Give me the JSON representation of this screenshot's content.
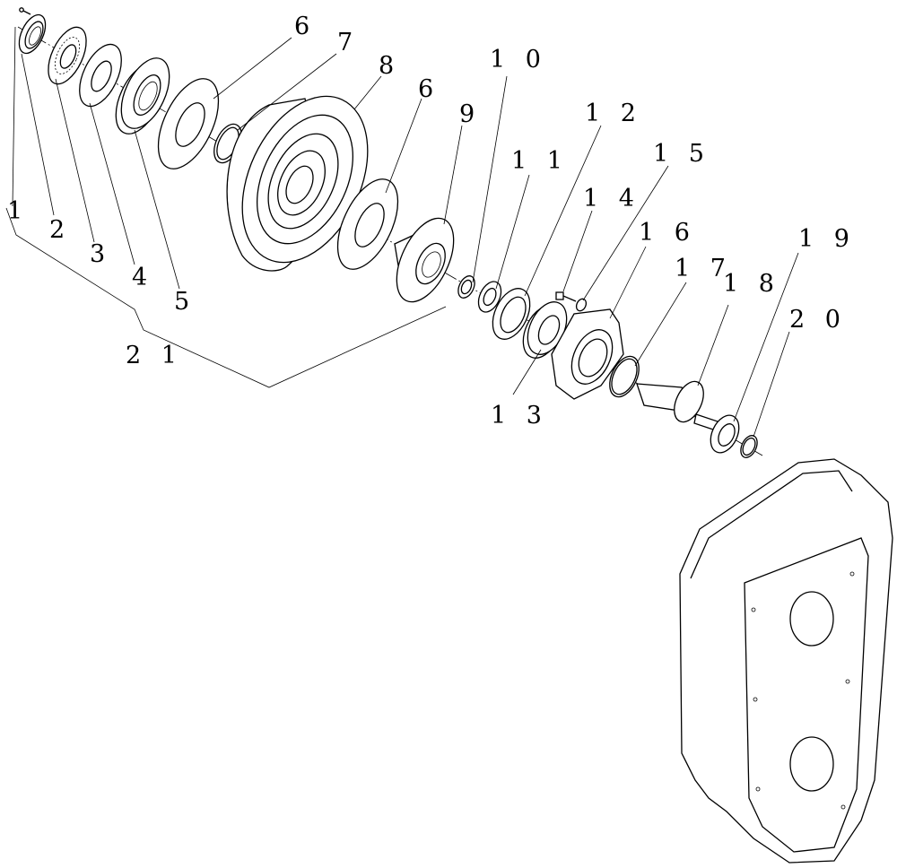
{
  "diagram": {
    "type": "exploded-parts-view",
    "callouts": [
      {
        "id": "1",
        "text": "1"
      },
      {
        "id": "2",
        "text": "2"
      },
      {
        "id": "3",
        "text": "3"
      },
      {
        "id": "4",
        "text": "4"
      },
      {
        "id": "5",
        "text": "5"
      },
      {
        "id": "6a",
        "text": "6"
      },
      {
        "id": "7",
        "text": "7"
      },
      {
        "id": "8",
        "text": "8"
      },
      {
        "id": "6b",
        "text": "6"
      },
      {
        "id": "9",
        "text": "9"
      },
      {
        "id": "10",
        "text": "1 0"
      },
      {
        "id": "11",
        "text": "1 1"
      },
      {
        "id": "12",
        "text": "1 2"
      },
      {
        "id": "13",
        "text": "1 3"
      },
      {
        "id": "14",
        "text": "1 4"
      },
      {
        "id": "15",
        "text": "1 5"
      },
      {
        "id": "16",
        "text": "1 6"
      },
      {
        "id": "17",
        "text": "1 7"
      },
      {
        "id": "18",
        "text": "1 8"
      },
      {
        "id": "19",
        "text": "1 9"
      },
      {
        "id": "20",
        "text": "2 0"
      },
      {
        "id": "21",
        "text": "2 1"
      }
    ]
  }
}
